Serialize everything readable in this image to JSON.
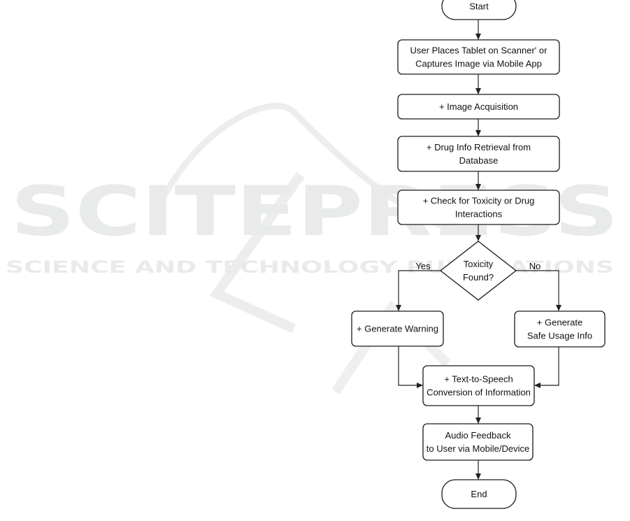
{
  "watermark": {
    "title": "SCITEPRESS",
    "subtitle": "SCIENCE AND TECHNOLOGY PUBLICATIONS",
    "color": "#e9ebea"
  },
  "flowchart": {
    "nodes": {
      "start": {
        "shape": "terminal",
        "lines": [
          "Start"
        ]
      },
      "capture": {
        "shape": "process",
        "lines": [
          "User Places Tablet on Scanner' or",
          "Captures Image via Mobile App"
        ]
      },
      "acquisition": {
        "shape": "process",
        "lines": [
          "+ Image Acquisition"
        ]
      },
      "retrieval": {
        "shape": "process",
        "lines": [
          "+ Drug Info Retrieval from",
          "Database"
        ]
      },
      "check": {
        "shape": "process",
        "lines": [
          "+ Check for Toxicity or Drug",
          "Interactions"
        ]
      },
      "decision": {
        "shape": "decision",
        "lines": [
          "Toxicity",
          "Found?"
        ]
      },
      "warning": {
        "shape": "process",
        "lines": [
          "+ Generate Warning"
        ]
      },
      "safe": {
        "shape": "process",
        "lines": [
          "+ Generate",
          "Safe Usage Info"
        ]
      },
      "tts": {
        "shape": "process",
        "lines": [
          "+ Text-to-Speech",
          "Conversion of Information"
        ]
      },
      "audio": {
        "shape": "process",
        "lines": [
          "Audio Feedback",
          "to User via Mobile/Device"
        ]
      },
      "end": {
        "shape": "terminal",
        "lines": [
          "End"
        ]
      }
    },
    "edges": [
      {
        "from": "start",
        "to": "capture",
        "label": ""
      },
      {
        "from": "capture",
        "to": "acquisition",
        "label": ""
      },
      {
        "from": "acquisition",
        "to": "retrieval",
        "label": ""
      },
      {
        "from": "retrieval",
        "to": "check",
        "label": ""
      },
      {
        "from": "check",
        "to": "decision",
        "label": ""
      },
      {
        "from": "decision",
        "to": "warning",
        "label": "Yes"
      },
      {
        "from": "decision",
        "to": "safe",
        "label": "No"
      },
      {
        "from": "warning",
        "to": "tts",
        "label": ""
      },
      {
        "from": "safe",
        "to": "tts",
        "label": ""
      },
      {
        "from": "tts",
        "to": "audio",
        "label": ""
      },
      {
        "from": "audio",
        "to": "end",
        "label": ""
      }
    ],
    "decision_labels": {
      "yes": "Yes",
      "no": "No"
    }
  }
}
